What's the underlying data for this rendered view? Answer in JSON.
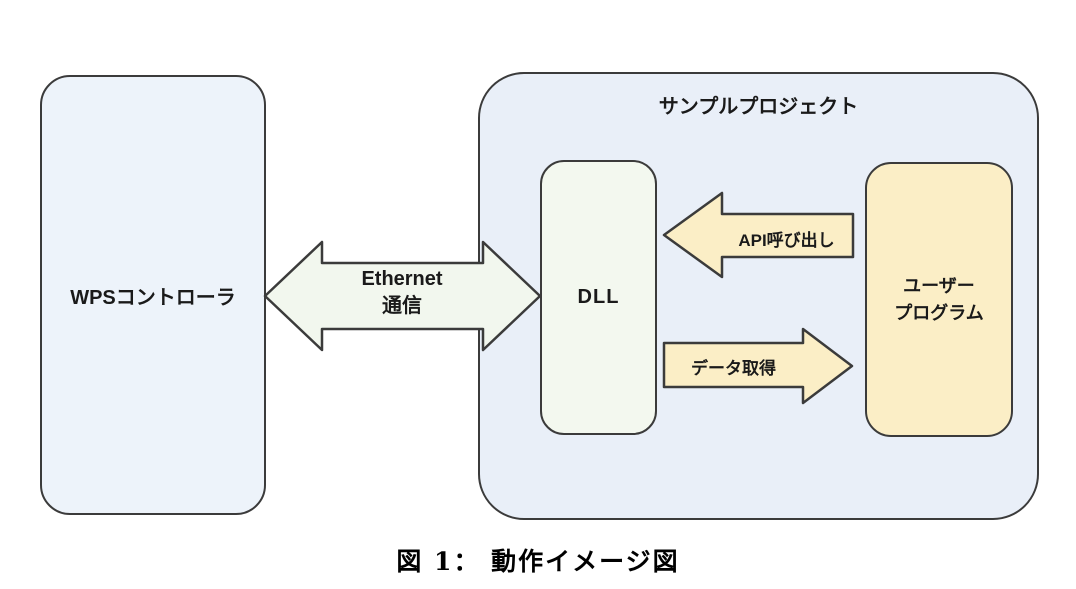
{
  "figure": {
    "caption": "図 1： 動作イメージ図"
  },
  "nodes": {
    "wps_controller": {
      "label": "WPSコントローラ"
    },
    "sample_project": {
      "title": "サンプルプロジェクト"
    },
    "dll": {
      "label": "DLL"
    },
    "user_program": {
      "label_line1": "ユーザー",
      "label_line2": "プログラム"
    }
  },
  "arrows": {
    "ethernet": {
      "direction": "bidirectional",
      "label_line1": "Ethernet",
      "label_line2": "通信"
    },
    "api_call": {
      "direction": "left",
      "label": "API呼び出し"
    },
    "data_fetch": {
      "direction": "right",
      "label": "データ取得"
    }
  },
  "colors": {
    "background": "#ffffff",
    "box_blue": "#edf3fa",
    "container_blue": "#e9eff8",
    "box_green": "#f3f8ef",
    "box_cream": "#fbeec6",
    "border": "#3b3b3b"
  }
}
